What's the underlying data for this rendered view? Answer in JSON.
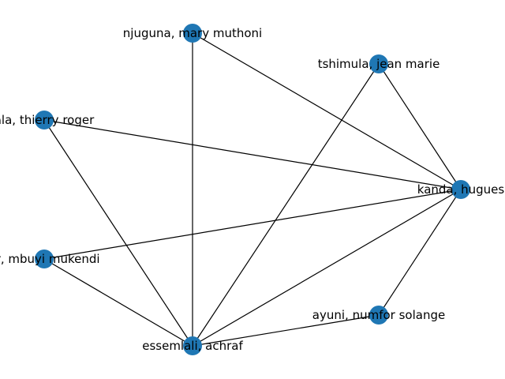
{
  "graph": {
    "node_color": "#1f77b4",
    "edge_color": "#000000",
    "nodes": [
      {
        "id": "njuguna",
        "label": "njuguna, mary muthoni"
      },
      {
        "id": "tshimula",
        "label": "tshimula, jean marie"
      },
      {
        "id": "thierry",
        "label": "ala, thierry roger"
      },
      {
        "id": "kanda",
        "label": "kanda, hugues"
      },
      {
        "id": "mbuyi",
        "label": "er, mbuyi mukendi"
      },
      {
        "id": "ayuni",
        "label": "ayuni, numfor solange"
      },
      {
        "id": "essemlali",
        "label": "essemlali, achraf"
      }
    ],
    "edges": [
      [
        "njuguna",
        "kanda"
      ],
      [
        "njuguna",
        "essemlali"
      ],
      [
        "tshimula",
        "kanda"
      ],
      [
        "tshimula",
        "essemlali"
      ],
      [
        "thierry",
        "kanda"
      ],
      [
        "thierry",
        "essemlali"
      ],
      [
        "mbuyi",
        "kanda"
      ],
      [
        "mbuyi",
        "essemlali"
      ],
      [
        "kanda",
        "essemlali"
      ],
      [
        "kanda",
        "ayuni"
      ],
      [
        "ayuni",
        "essemlali"
      ]
    ]
  }
}
